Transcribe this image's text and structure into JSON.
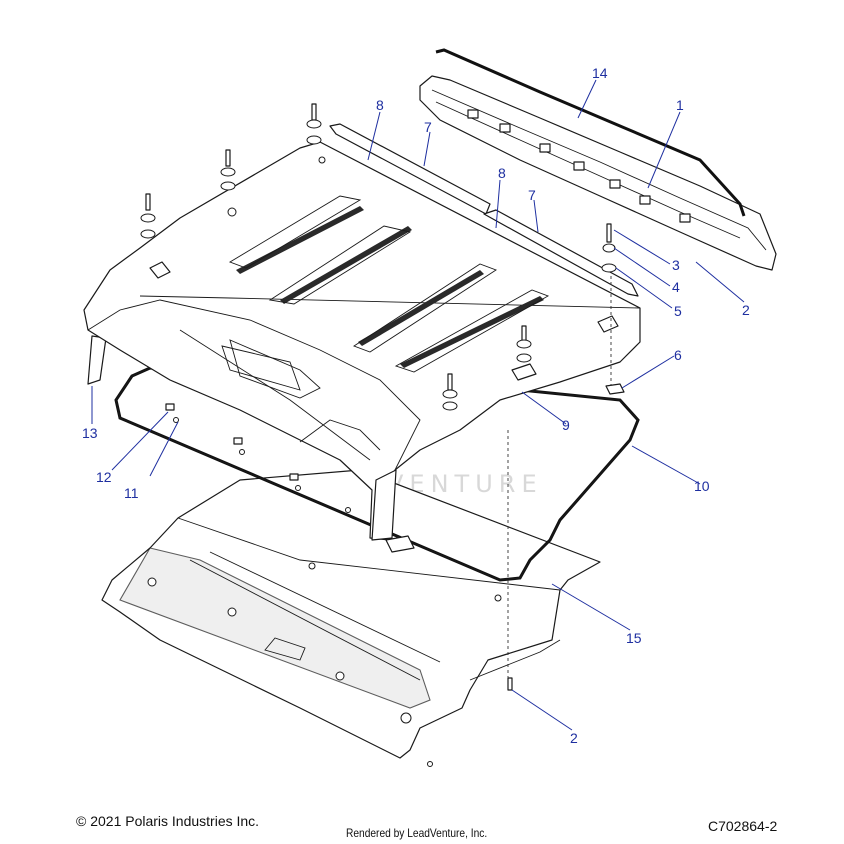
{
  "callouts": [
    {
      "label": "1"
    },
    {
      "label": "2"
    },
    {
      "label": "2"
    },
    {
      "label": "3"
    },
    {
      "label": "4"
    },
    {
      "label": "5"
    },
    {
      "label": "6"
    },
    {
      "label": "7"
    },
    {
      "label": "7"
    },
    {
      "label": "8"
    },
    {
      "label": "8"
    },
    {
      "label": "9"
    },
    {
      "label": "10"
    },
    {
      "label": "11"
    },
    {
      "label": "12"
    },
    {
      "label": "13"
    },
    {
      "label": "14"
    },
    {
      "label": "15"
    }
  ],
  "watermark": "LEADVENTURE",
  "footer": {
    "copyright": "© 2021 Polaris Industries Inc.",
    "rendered_by": "Rendered by LeadVenture, Inc.",
    "diagram_id": "C702864-2"
  },
  "colors": {
    "callout": "#1e2fa0",
    "line": "#1a1a1a",
    "watermark": "#d8d8d8"
  }
}
